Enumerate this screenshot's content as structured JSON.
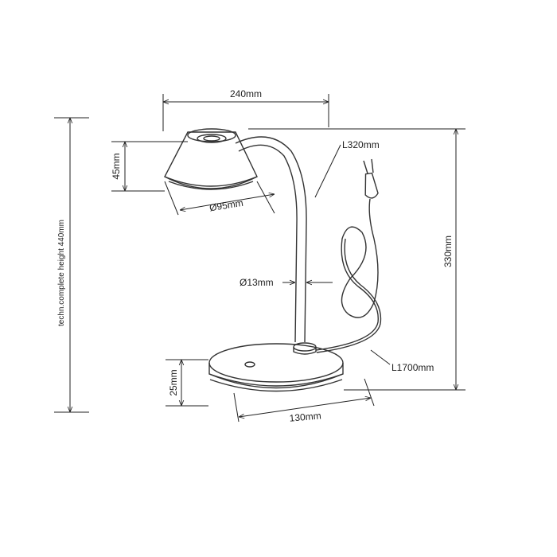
{
  "dimensions": {
    "width_top": "240mm",
    "shade_height": "45mm",
    "shade_diameter": "Ø95mm",
    "arm_length": "L320mm",
    "stem_diameter": "Ø13mm",
    "lamp_height": "330mm",
    "cable_length": "L1700mm",
    "base_height": "25mm",
    "base_width": "130mm",
    "complete_height": "techn.complete height 440mm"
  },
  "colors": {
    "line": "#222222",
    "lamp_outline": "#333333",
    "background": "#ffffff"
  }
}
